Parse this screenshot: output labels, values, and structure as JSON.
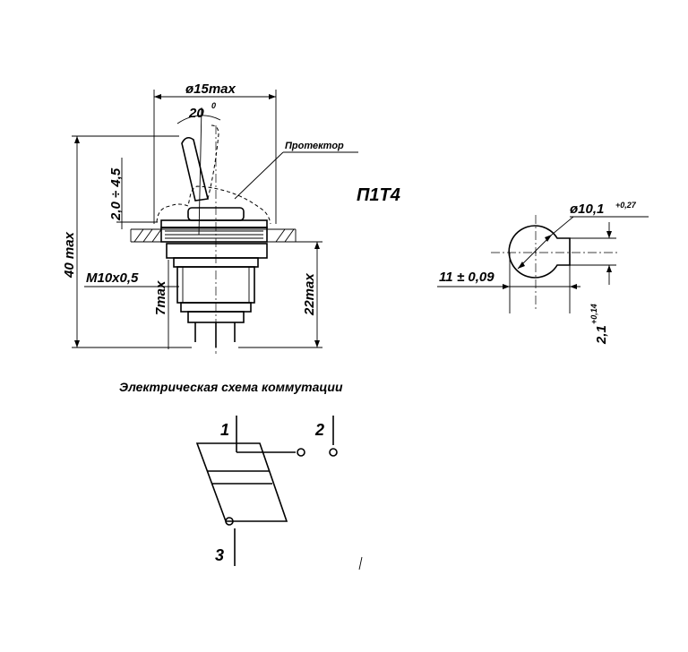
{
  "drawing": {
    "model": "П1Т4",
    "protector_label": "Протектор",
    "dimensions": {
      "diameter_max": "ø15max",
      "angle": "20",
      "angle_unit": "0",
      "stroke": "2,0 ÷ 4,5",
      "height_max": "40 max",
      "thread": "M10x0,5",
      "thread_len": "7max",
      "body_len": "22max",
      "hole_diameter": "ø10,1",
      "hole_diameter_tol": "+0,27",
      "hole_width": "11",
      "hole_width_tol": "± 0,09",
      "key_width": "2,1",
      "key_width_tol": "+0,14"
    }
  },
  "schematic": {
    "caption": "Электрическая схема коммутации",
    "terminals": [
      "1",
      "2",
      "3"
    ]
  }
}
